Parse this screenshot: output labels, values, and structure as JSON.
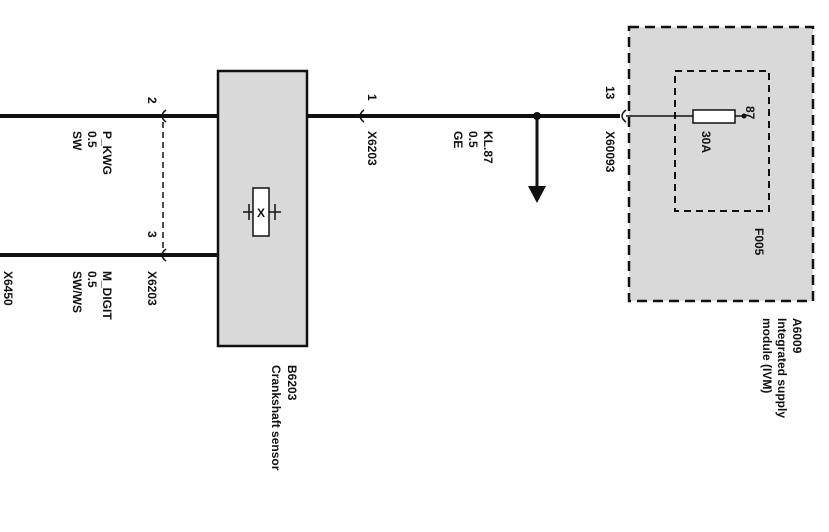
{
  "left_wires": {
    "upper": {
      "pin": "2",
      "lines": [
        "P_KWG",
        "0.5",
        "SW"
      ]
    },
    "lower": {
      "pin": "3",
      "lines": [
        "M_DIGIT",
        "0.5",
        "SW/WS"
      ]
    },
    "connector_left": "X6450",
    "connector_right": "X6203"
  },
  "sensor": {
    "id": "B6203",
    "name": "Crankshaft sensor",
    "symbol": "X"
  },
  "middle_wire": {
    "pin": "1",
    "connector": "X6203",
    "lines": [
      "KL.87",
      "0.5",
      "GE"
    ]
  },
  "ivm_module": {
    "pin": "13",
    "connector": "X60093",
    "fuse": {
      "terminal": "87",
      "rating": "30A",
      "id": "F005"
    },
    "id": "A6009",
    "name_lines": [
      "Integrated supply",
      "module (IVM)"
    ]
  },
  "colors": {
    "module_fill": "#d9d9d9",
    "ink": "#111111"
  }
}
